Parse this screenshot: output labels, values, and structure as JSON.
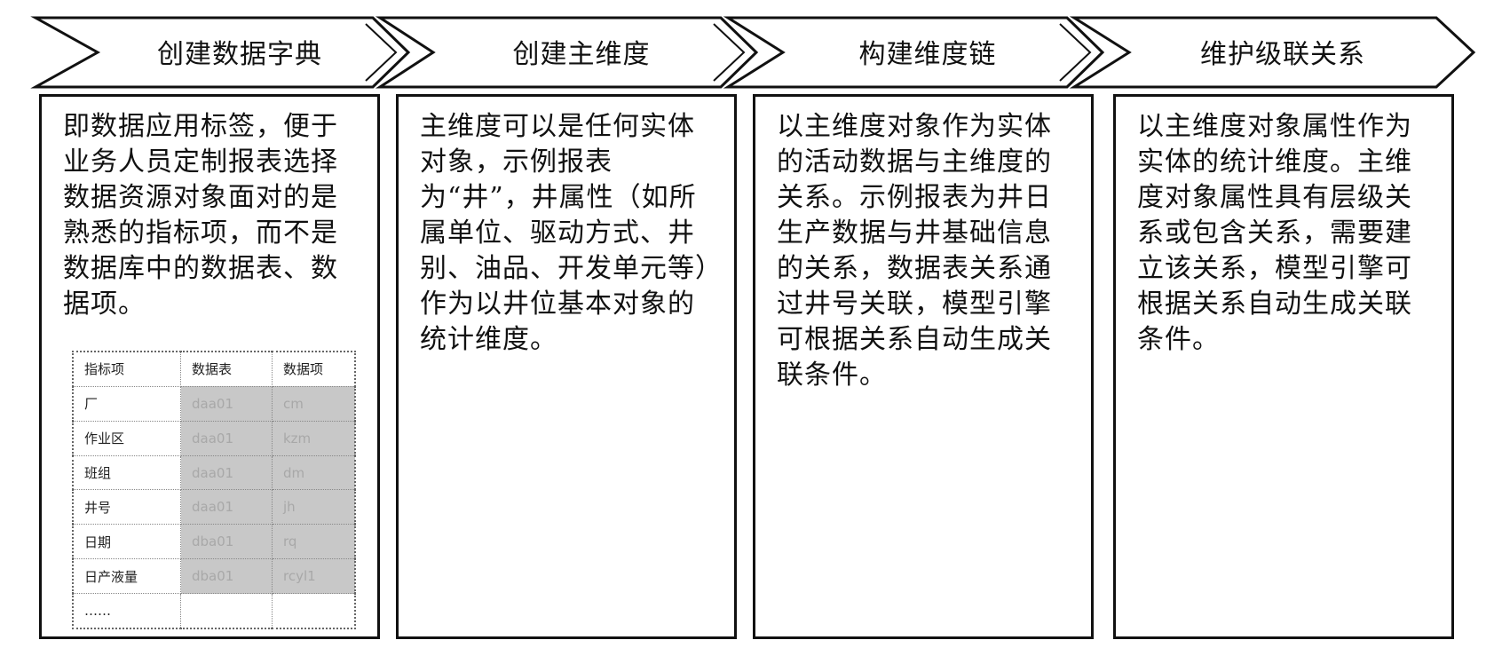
{
  "steps": [
    {
      "label": "创建数据字典"
    },
    {
      "label": "创建主维度"
    },
    {
      "label": "构建维度链"
    },
    {
      "label": "维护级联关系"
    }
  ],
  "boxes": [
    {
      "text": "即数据应用标签，便于业务人员定制报表选择数据资源对象面对的是熟悉的指标项，而不是数据库中的数据表、数据项。"
    },
    {
      "text": "主维度可以是任何实体对象，示例报表为“井”，井属性（如所属单位、驱动方式、井别、油品、开发单元等）作为以井位基本对象的统计维度。"
    },
    {
      "text": "以主维度对象作为实体的活动数据与主维度的关系。示例报表为井日生产数据与井基础信息的关系，数据表关系通过井号关联，模型引擎可根据关系自动生成关联条件。"
    },
    {
      "text": "以主维度对象属性作为实体的统计维度。主维度对象属性具有层级关系或包含关系，需要建立该关系，模型引擎可根据关系自动生成关联条件。"
    }
  ],
  "dict_table": {
    "headers": [
      "指标项",
      "数据表",
      "数据项"
    ],
    "rows": [
      [
        "厂",
        "daa01",
        "cm"
      ],
      [
        "作业区",
        "daa01",
        "kzm"
      ],
      [
        "班组",
        "daa01",
        "dm"
      ],
      [
        "井号",
        "daa01",
        "jh"
      ],
      [
        "日期",
        "dba01",
        "rq"
      ],
      [
        "日产液量",
        "dba01",
        "rcyl1"
      ],
      [
        "……",
        "",
        ""
      ]
    ]
  }
}
